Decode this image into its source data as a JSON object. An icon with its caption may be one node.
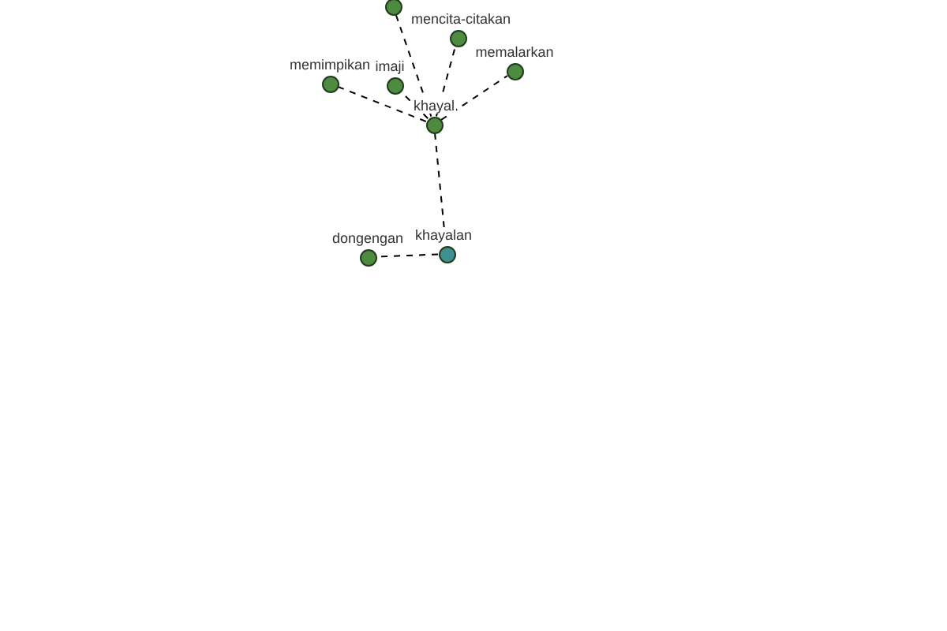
{
  "diagram": {
    "nodes": [
      {
        "text": [
          "khayal"
        ]
      },
      {
        "text": [
          "memimpikan"
        ]
      },
      {
        "text": [
          "imaji"
        ]
      },
      {
        "text": [],
        "shape": "circle"
      },
      {
        "text": [
          "mencita-citakan"
        ]
      },
      {
        "text": [
          "memalarkan"
        ]
      },
      {
        "text": [
          "khayalan"
        ]
      },
      {
        "text": [
          "dongengan"
        ]
      }
    ],
    "edges": [
      {
        "from": 0,
        "to": 1,
        "arrow": "none",
        "style": "dashed"
      },
      {
        "from": 0,
        "to": 2,
        "arrow": "none",
        "style": "dashed"
      },
      {
        "from": 0,
        "to": 3,
        "arrow": "none",
        "style": "dashed"
      },
      {
        "from": 0,
        "to": 4,
        "arrow": "none",
        "style": "dashed"
      },
      {
        "from": 0,
        "to": 5,
        "arrow": "none",
        "style": "dashed"
      },
      {
        "from": 0,
        "to": 6,
        "arrow": "none",
        "style": "dashed"
      },
      {
        "from": 6,
        "to": 7,
        "arrow": "none",
        "style": "dashed"
      }
    ]
  }
}
